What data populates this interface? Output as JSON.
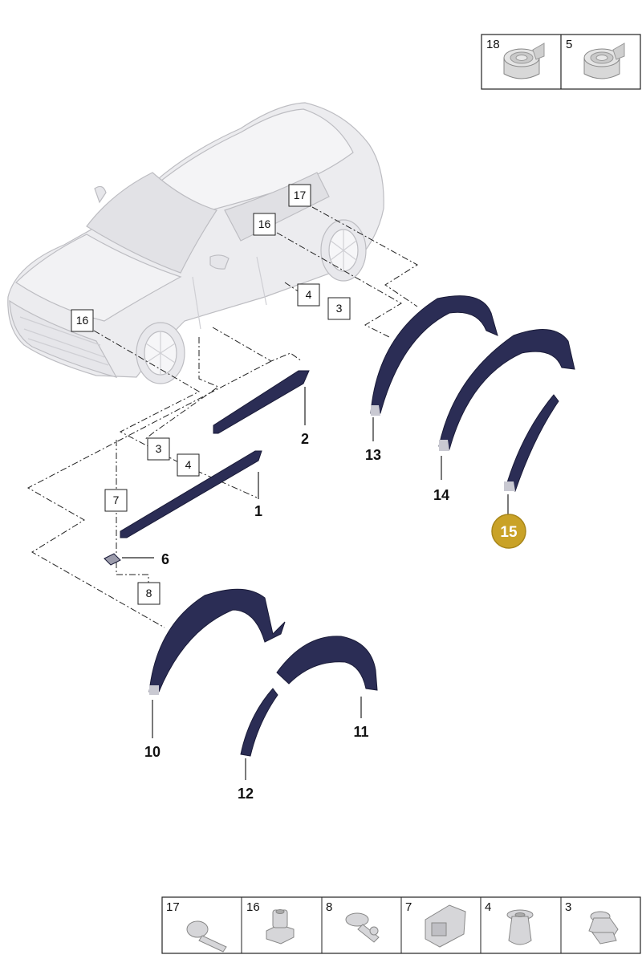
{
  "top_table": {
    "cells": [
      "18",
      "5"
    ]
  },
  "bottom_table": {
    "cells": [
      "17",
      "16",
      "8",
      "7",
      "4",
      "3"
    ]
  },
  "callout_boxes": {
    "b17": "17",
    "b16a": "16",
    "b16b": "16",
    "b4a": "4",
    "b3a": "3",
    "b3b": "3",
    "b4b": "4",
    "b7": "7",
    "b8": "8"
  },
  "part_labels": {
    "p1": "1",
    "p2": "2",
    "p6": "6",
    "p10": "10",
    "p11": "11",
    "p12": "12",
    "p13": "13",
    "p14": "14"
  },
  "highlight": {
    "label": "15",
    "color": "#c9a227"
  },
  "colors": {
    "trim": "#2b2d55",
    "car": "#e9e9ec",
    "line": "#222222"
  }
}
